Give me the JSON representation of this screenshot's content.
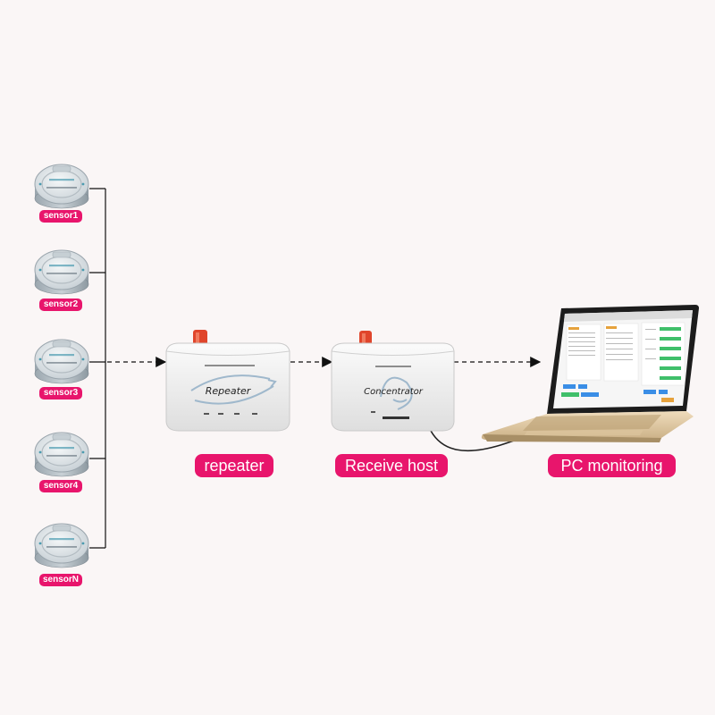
{
  "sensors": [
    {
      "label": "sensor1"
    },
    {
      "label": "sensor2"
    },
    {
      "label": "sensor3"
    },
    {
      "label": "sensor4"
    },
    {
      "label": "sensorN"
    }
  ],
  "devices": {
    "repeater": {
      "device_text": "Repeater",
      "caption": "repeater"
    },
    "receiver": {
      "device_text": "Concentrator",
      "caption": "Receive host"
    },
    "pc": {
      "caption": "PC monitoring"
    }
  },
  "colors": {
    "accent": "#e8156c",
    "antenna": "#e0452b",
    "background": "#faf6f6"
  }
}
